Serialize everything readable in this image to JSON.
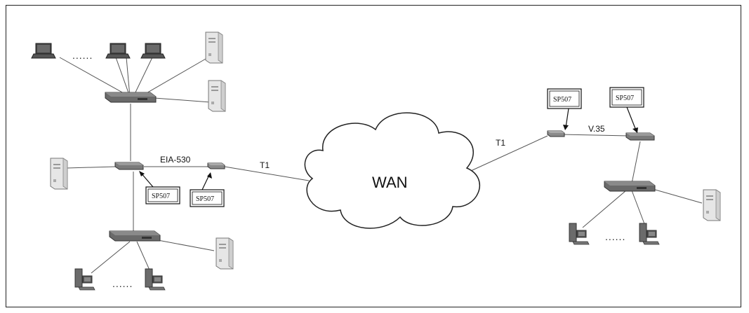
{
  "diagram": {
    "cloud_label": "WAN",
    "link_labels": {
      "left_t1": "T1",
      "right_t1": "T1",
      "eia530": "EIA-530",
      "v35": "V.35"
    },
    "device_tags": {
      "left_router_tag": "SP507",
      "left_modem_tag": "SP507",
      "right_modem_tag": "SP507",
      "right_router_tag": "SP507"
    },
    "ellipsis_top": "......",
    "ellipsis_bottom_left": "......",
    "ellipsis_bottom_right": "......"
  }
}
